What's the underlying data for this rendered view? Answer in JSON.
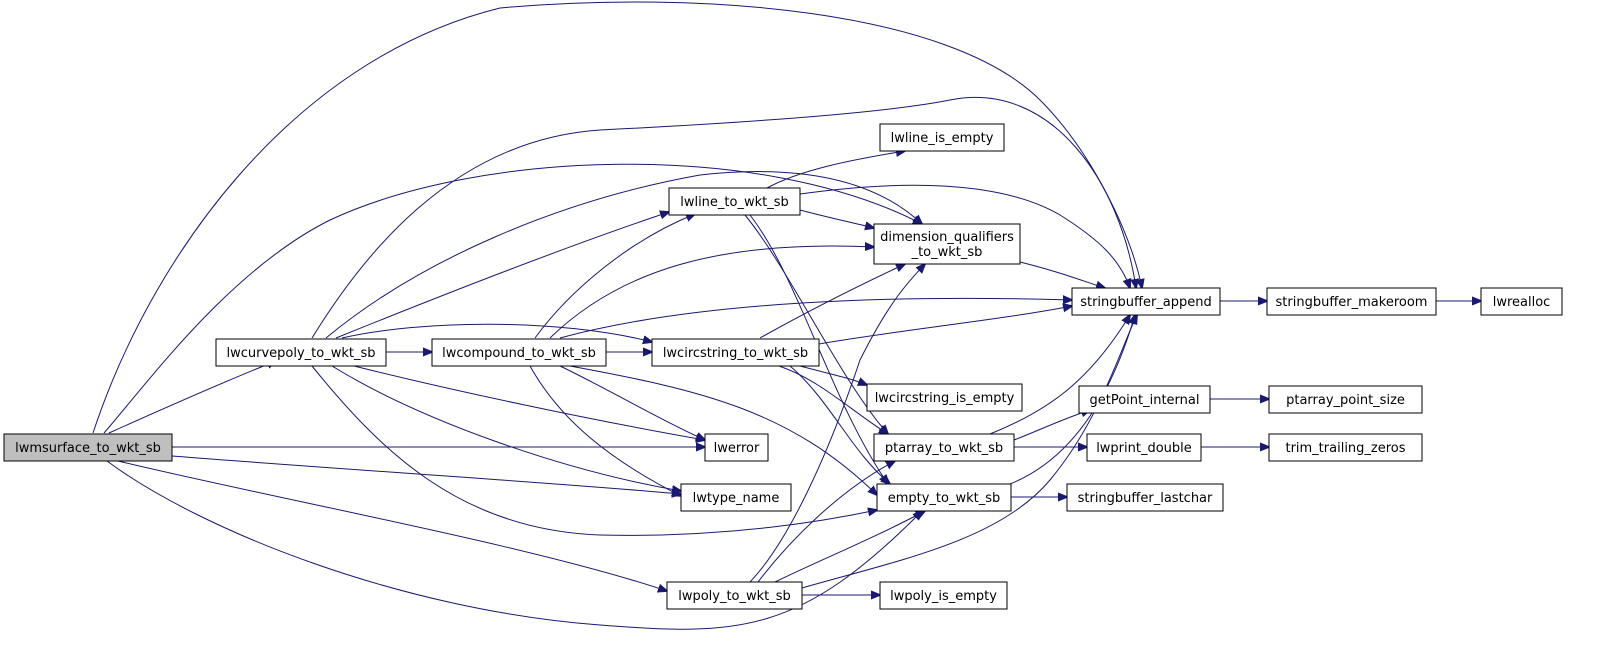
{
  "nodes": [
    {
      "id": "lwmsurface",
      "lines": [
        "lwmsurface_to_wkt_sb"
      ],
      "fill": "#bfbfbf"
    },
    {
      "id": "lwcurvepoly",
      "lines": [
        "lwcurvepoly_to_wkt_sb"
      ]
    },
    {
      "id": "lwcompound",
      "lines": [
        "lwcompound_to_wkt_sb"
      ]
    },
    {
      "id": "lwcircstring",
      "lines": [
        "lwcircstring_to_wkt_sb"
      ]
    },
    {
      "id": "lwline",
      "lines": [
        "lwline_to_wkt_sb"
      ]
    },
    {
      "id": "lwpoly",
      "lines": [
        "lwpoly_to_wkt_sb"
      ]
    },
    {
      "id": "lwline_empty",
      "lines": [
        "lwline_is_empty"
      ]
    },
    {
      "id": "dimq",
      "lines": [
        "dimension_qualifiers",
        "_to_wkt_sb"
      ]
    },
    {
      "id": "lwcirc_empty",
      "lines": [
        "lwcircstring_is_empty"
      ]
    },
    {
      "id": "ptarray",
      "lines": [
        "ptarray_to_wkt_sb"
      ]
    },
    {
      "id": "empty",
      "lines": [
        "empty_to_wkt_sb"
      ]
    },
    {
      "id": "lwerror",
      "lines": [
        "lwerror"
      ]
    },
    {
      "id": "lwtype",
      "lines": [
        "lwtype_name"
      ]
    },
    {
      "id": "lwpoly_empty",
      "lines": [
        "lwpoly_is_empty"
      ]
    },
    {
      "id": "sbappend",
      "lines": [
        "stringbuffer_append"
      ]
    },
    {
      "id": "getpoint",
      "lines": [
        "getPoint_internal"
      ]
    },
    {
      "id": "lwprint",
      "lines": [
        "lwprint_double"
      ]
    },
    {
      "id": "sblast",
      "lines": [
        "stringbuffer_lastchar"
      ]
    },
    {
      "id": "sbmake",
      "lines": [
        "stringbuffer_makeroom"
      ]
    },
    {
      "id": "ptsize",
      "lines": [
        "ptarray_point_size"
      ]
    },
    {
      "id": "trim",
      "lines": [
        "trim_trailing_zeros"
      ]
    },
    {
      "id": "lwrealloc",
      "lines": [
        "lwrealloc"
      ]
    }
  ],
  "edges": [
    {
      "from": "lwmsurface",
      "to": "lwcurvepoly"
    },
    {
      "from": "lwmsurface",
      "to": "dimq"
    },
    {
      "from": "lwmsurface",
      "to": "empty"
    },
    {
      "from": "lwmsurface",
      "to": "lwerror"
    },
    {
      "from": "lwmsurface",
      "to": "lwpoly"
    },
    {
      "from": "lwmsurface",
      "to": "lwtype"
    },
    {
      "from": "lwmsurface",
      "to": "sbappend"
    },
    {
      "from": "lwcurvepoly",
      "to": "lwcompound"
    },
    {
      "from": "lwcurvepoly",
      "to": "lwcircstring"
    },
    {
      "from": "lwcurvepoly",
      "to": "lwline"
    },
    {
      "from": "lwcurvepoly",
      "to": "dimq"
    },
    {
      "from": "lwcurvepoly",
      "to": "sbappend"
    },
    {
      "from": "lwcurvepoly",
      "to": "lwerror"
    },
    {
      "from": "lwcurvepoly",
      "to": "lwtype"
    },
    {
      "from": "lwcurvepoly",
      "to": "empty"
    },
    {
      "from": "lwcompound",
      "to": "lwcircstring"
    },
    {
      "from": "lwcompound",
      "to": "lwline"
    },
    {
      "from": "lwcompound",
      "to": "dimq"
    },
    {
      "from": "lwcompound",
      "to": "sbappend"
    },
    {
      "from": "lwcompound",
      "to": "lwerror"
    },
    {
      "from": "lwcompound",
      "to": "lwtype"
    },
    {
      "from": "lwcompound",
      "to": "empty"
    },
    {
      "from": "lwcircstring",
      "to": "dimq"
    },
    {
      "from": "lwcircstring",
      "to": "sbappend"
    },
    {
      "from": "lwcircstring",
      "to": "lwcirc_empty"
    },
    {
      "from": "lwcircstring",
      "to": "ptarray"
    },
    {
      "from": "lwcircstring",
      "to": "empty"
    },
    {
      "from": "lwline",
      "to": "lwline_empty"
    },
    {
      "from": "lwline",
      "to": "dimq"
    },
    {
      "from": "lwline",
      "to": "sbappend"
    },
    {
      "from": "lwline",
      "to": "ptarray"
    },
    {
      "from": "lwline",
      "to": "empty"
    },
    {
      "from": "lwpoly",
      "to": "dimq"
    },
    {
      "from": "lwpoly",
      "to": "ptarray"
    },
    {
      "from": "lwpoly",
      "to": "empty"
    },
    {
      "from": "lwpoly",
      "to": "sbappend"
    },
    {
      "from": "lwpoly",
      "to": "lwpoly_empty"
    },
    {
      "from": "dimq",
      "to": "sbappend"
    },
    {
      "from": "ptarray",
      "to": "sbappend"
    },
    {
      "from": "ptarray",
      "to": "getpoint"
    },
    {
      "from": "ptarray",
      "to": "lwprint"
    },
    {
      "from": "empty",
      "to": "sbappend"
    },
    {
      "from": "empty",
      "to": "sblast"
    },
    {
      "from": "sbappend",
      "to": "sbmake"
    },
    {
      "from": "sbmake",
      "to": "lwrealloc"
    },
    {
      "from": "getpoint",
      "to": "ptsize"
    },
    {
      "from": "lwprint",
      "to": "trim"
    }
  ],
  "colors": {
    "edge": "#191970",
    "node_fill": "#ffffff",
    "node_border": "#000000"
  }
}
